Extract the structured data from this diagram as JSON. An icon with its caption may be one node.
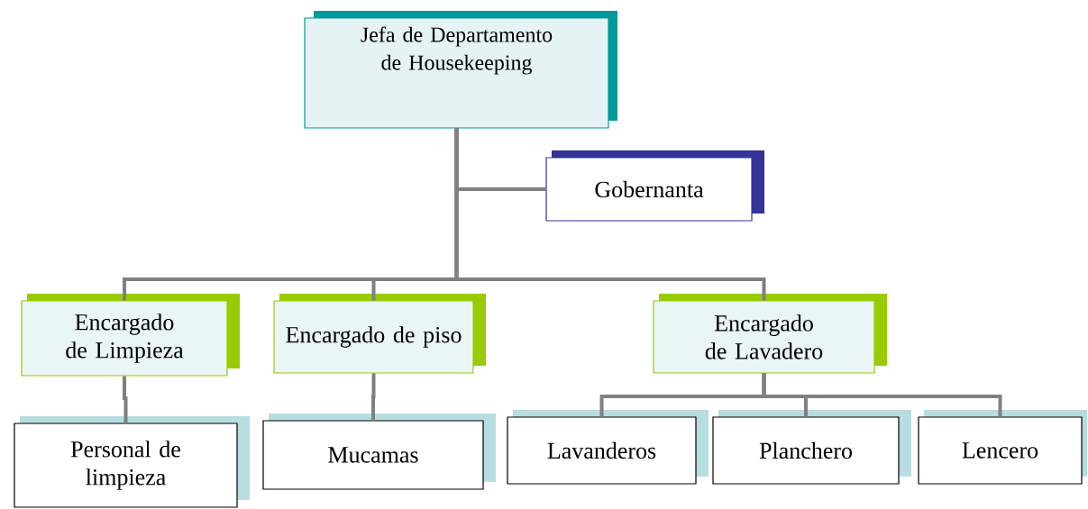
{
  "diagram": {
    "nodes": [
      {
        "text": [
          "Jefa de Departamento de Housekeeping"
        ]
      },
      {
        "text": [
          "Gobernanta"
        ]
      },
      {
        "text": [
          "Encargado de Limpieza"
        ]
      },
      {
        "text": [
          "Encargado de piso"
        ]
      },
      {
        "text": [
          "Encargado de Lavadero"
        ]
      },
      {
        "text": [
          "Personal de limpieza"
        ]
      },
      {
        "text": [
          "Mucamas"
        ]
      },
      {
        "text": [
          "Lavanderos"
        ]
      },
      {
        "text": [
          "Planchero"
        ]
      },
      {
        "text": [
          "Lencero"
        ]
      }
    ],
    "edges": [
      {
        "from": 0,
        "to": 1,
        "arrow": "none"
      },
      {
        "from": 0,
        "to": 2,
        "arrow": "none"
      },
      {
        "from": 0,
        "to": 3,
        "arrow": "none"
      },
      {
        "from": 0,
        "to": 4,
        "arrow": "none"
      },
      {
        "from": 2,
        "to": 5,
        "arrow": "none"
      },
      {
        "from": 3,
        "to": 6,
        "arrow": "none"
      },
      {
        "from": 4,
        "to": 7,
        "arrow": "none"
      },
      {
        "from": 4,
        "to": 8,
        "arrow": "none"
      },
      {
        "from": 4,
        "to": 9,
        "arrow": "none"
      }
    ]
  }
}
